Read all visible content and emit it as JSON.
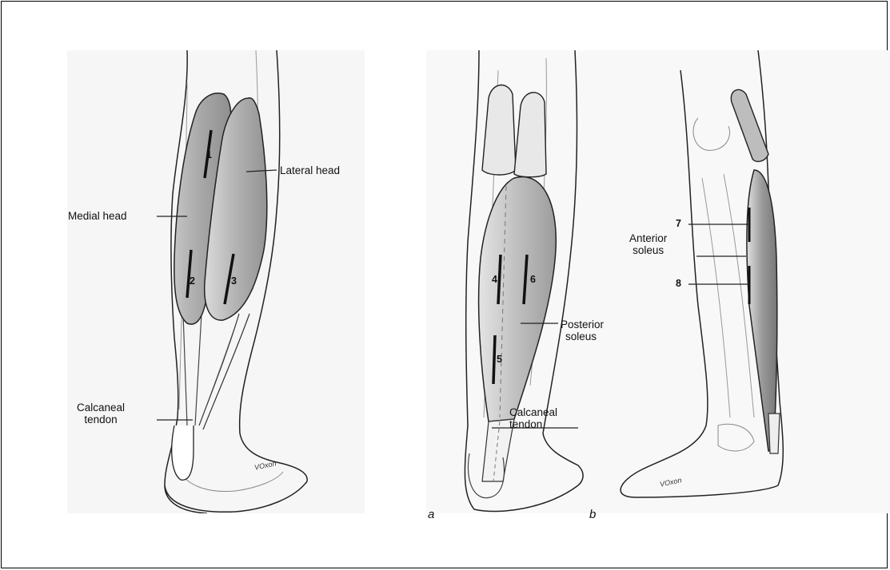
{
  "figure": {
    "left_panel": {
      "labels": {
        "medial_head": "Medial head",
        "lateral_head": "Lateral head",
        "calcaneal_tendon_line1": "Calcaneal",
        "calcaneal_tendon_line2": "tendon"
      },
      "sites": [
        "1",
        "2",
        "3"
      ],
      "signature": "VOxon"
    },
    "right_panel_a": {
      "letter": "a",
      "labels": {
        "posterior_soleus_line1": "Posterior",
        "posterior_soleus_line2": "soleus",
        "calcaneal_tendon_line1": "Calcaneal",
        "calcaneal_tendon_line2": "tendon"
      },
      "sites": [
        "4",
        "6",
        "5"
      ]
    },
    "right_panel_b": {
      "letter": "b",
      "labels": {
        "anterior_soleus_line1": "Anterior",
        "anterior_soleus_line2": "soleus"
      },
      "sites": [
        "7",
        "8"
      ],
      "signature": "VOxon"
    }
  },
  "colors": {
    "muscle_fill": "#b9b9b9",
    "muscle_light": "#dcdcdc",
    "outline": "#222222",
    "panel_bg": "#f6f6f6"
  }
}
